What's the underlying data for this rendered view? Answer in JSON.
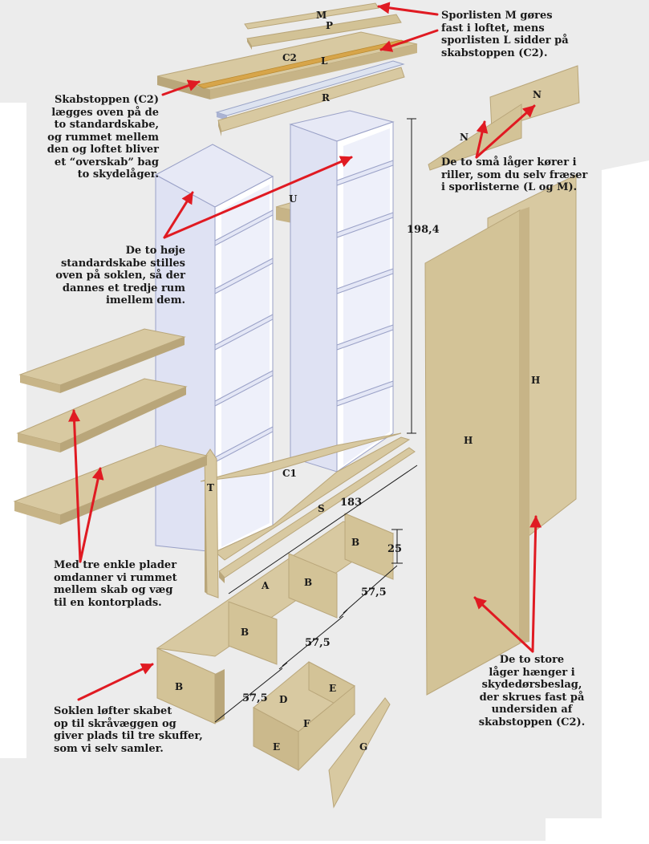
{
  "callouts": {
    "sporlisten": "Sporlisten M gøres\nfast i loftet, mens\nsporlisten L sidder på\nskabstoppen (C2).",
    "skabstoppen": "Skabstoppen (C2)\nlægges oven på de\nto standardskabe,\nog rummet mellem\nden og loftet bliver\net “overskab” bag\nto skydelåger.",
    "smaa_laager": "De to små låger kører i\nriller, som du selv fræser\ni sporlisterne (L og M).",
    "hoeje_skabe": "De to høje\nstandardskabe stilles\noven på soklen, så der\ndannes et tredje rum\nimellem dem.",
    "plader": "Med tre enkle plader\nomdanner vi rummet\nmellem skab og væg\ntil en kontorplads.",
    "sokkel": "Soklen løfter skabet\nop til skråvæggen og\ngiver plads til tre skuffer,\nsom vi selv samler.",
    "store_laager": "De to store\nlåger hænger i\nskydedørsbeslag,\nder skrues fast på\nundersiden af\nskabstoppen (C2)."
  },
  "labels": {
    "M": "M",
    "P": "P",
    "C2": "C2",
    "L": "L",
    "R": "R",
    "N1": "N",
    "N2": "N",
    "U": "U",
    "H1": "H",
    "H2": "H",
    "C1": "C1",
    "T": "T",
    "S": "S",
    "A": "A",
    "B1": "B",
    "B2": "B",
    "B3": "B",
    "B4": "B",
    "D": "D",
    "E1": "E",
    "E2": "E",
    "F": "F",
    "G": "G"
  },
  "dimensions": {
    "height": "198,4",
    "width": "183",
    "d25": "25",
    "d575a": "57,5",
    "d575b": "57,5",
    "d575c": "57,5"
  },
  "colors": {
    "board": "#d8c9a1",
    "board_dark": "#b9a67a",
    "board_edge": "#c7b487",
    "cabinet": "#dfe2f3",
    "cabinet_side": "#c4c9e6",
    "background_gray": "#ececec",
    "arrow": "#e01a22"
  }
}
